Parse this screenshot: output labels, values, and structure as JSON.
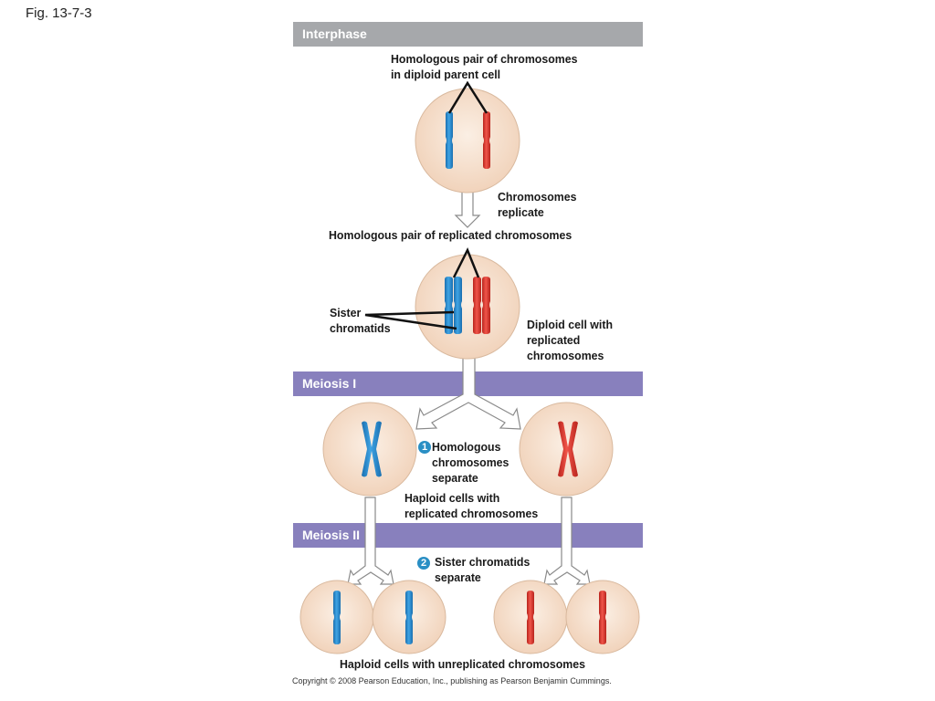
{
  "figure_label": "Fig. 13-7-3",
  "colors": {
    "interphase_band": "#a6a8ab",
    "meiosis_band": "#8880bd",
    "cell_fill": "#f5dcc8",
    "cell_stroke": "#d9b99e",
    "maternal_chromosome": "#2a8fd0",
    "paternal_chromosome": "#e03a2f",
    "step_badge": "#2a8fc4"
  },
  "bands": {
    "interphase": "Interphase",
    "meiosis1": "Meiosis I",
    "meiosis2": "Meiosis II"
  },
  "labels": {
    "homologous_pair": "Homologous pair of chromosomes\nin diploid parent cell",
    "chromosomes_replicate": "Chromosomes\nreplicate",
    "homologous_pair_replicated": "Homologous pair of replicated chromosomes",
    "sister_chromatids": "Sister\nchromatids",
    "diploid_cell": "Diploid cell with\nreplicated\nchromosomes",
    "step1": "Homologous\nchromosomes\nseparate",
    "haploid_replicated": "Haploid cells with\nreplicated chromosomes",
    "step2": "Sister chromatids\nseparate",
    "haploid_unreplicated": "Haploid cells with unreplicated chromosomes"
  },
  "steps": {
    "step1_number": "1",
    "step2_number": "2"
  },
  "copyright": "Copyright © 2008 Pearson Education, Inc., publishing as Pearson Benjamin Cummings."
}
